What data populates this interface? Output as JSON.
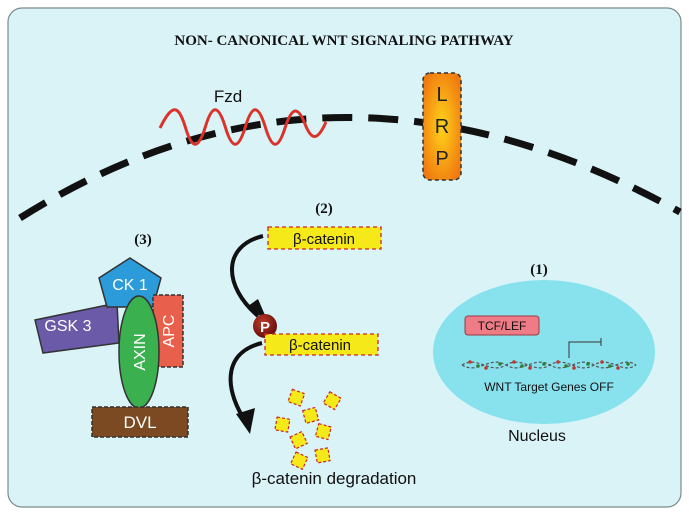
{
  "title": "NON- CANONICAL WNT SIGNALING PATHWAY",
  "receptors": {
    "fzd_label": "Fzd",
    "lrp_letters": [
      "L",
      "R",
      "P"
    ]
  },
  "steps": {
    "step1": "(1)",
    "step2": "(2)",
    "step3": "(3)"
  },
  "destruction_complex": {
    "ck1": "CK 1",
    "gsk3": "GSK 3",
    "axin": "AXIN",
    "apc": "APC",
    "dvl": "DVL"
  },
  "beta_catenin": {
    "free": "β-catenin",
    "phospho_marker": "P",
    "phosphorylated": "β-catenin",
    "degradation": "β-catenin degradation"
  },
  "nucleus": {
    "tcf_lef": "TCF/LEF",
    "genes": "WNT Target Genes OFF",
    "label": "Nucleus"
  },
  "colors": {
    "background": "#daf3f7",
    "nucleus": "#88e2ee",
    "ck1": "#2b9bd9",
    "gsk3": "#6a5aa8",
    "axin": "#3bb04e",
    "apc": "#e8604b",
    "dvl": "#7b4a22",
    "catenin": "#f5e91a",
    "lrp": "#f29418",
    "fzd": "#d9332b",
    "phospho": "#8b1a14",
    "tcf": "#ef7b86"
  }
}
